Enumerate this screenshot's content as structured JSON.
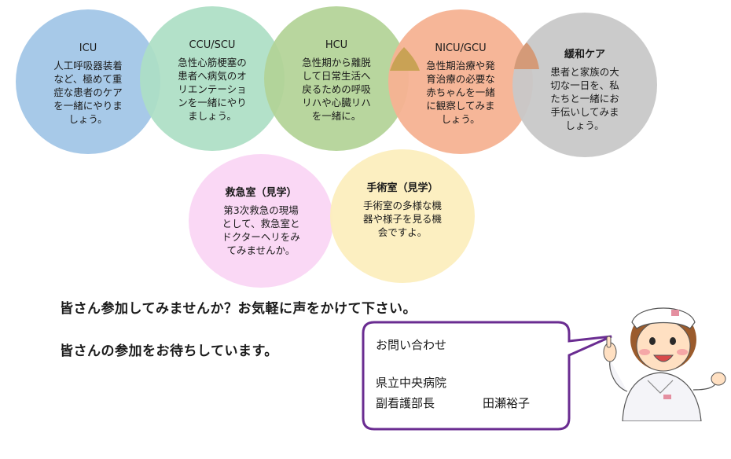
{
  "circles": {
    "icu": {
      "title": "ICU",
      "body": "人工呼吸器装着\nなど、極めて重\n症な患者のケア\nを一緒にやりま\nしょう。"
    },
    "ccu": {
      "title": "CCU/SCU",
      "body": "急性心筋梗塞の\n患者へ病気のオ\nリエンテーショ\nンを一緒にやり\nましょう。"
    },
    "hcu": {
      "title": "HCU",
      "body": "急性期から離脱\nして日常生活へ\n戻るための呼吸\nリハや心臓リハ\nを一緒に。"
    },
    "nicu": {
      "title": "NICU/GCU",
      "body": "急性期治療や発\n育治療の必要な\n赤ちゃんを一緒\nに観察してみま\nしょう。"
    },
    "kanwa": {
      "title": "緩和ケア",
      "body": "患者と家族の大\n切な一日を、私\nたちと一緒にお\n手伝いしてみま\nしょう。"
    },
    "er": {
      "title": "救急室（見学）",
      "body": "第3次救急の現場\nとして、救急室と\nドクターヘリをみ\nてみませんか。"
    },
    "or": {
      "title": "手術室（見学）",
      "body": "手術室の多様な機\n器や様子を見る機\n会ですよ。"
    }
  },
  "messages": {
    "line1": "皆さん参加してみませんか？お気軽に声をかけて下さい。",
    "line2": "皆さんの参加をお待ちしています。"
  },
  "contact": {
    "title": "お問い合わせ",
    "hospital": "県立中央病院",
    "department": "副看護部長",
    "name": "田瀬裕子"
  },
  "colors": {
    "icu": "#a0c4e6",
    "ccu": "#acdec4",
    "hcu": "#b2d296",
    "nicu": "#f6b292",
    "kanwa": "#c8c8c8",
    "er": "#fad6f4",
    "or": "#fceebe",
    "bubble_border": "#6a2c91"
  },
  "icons": {
    "nurse": "nurse-illustration"
  }
}
